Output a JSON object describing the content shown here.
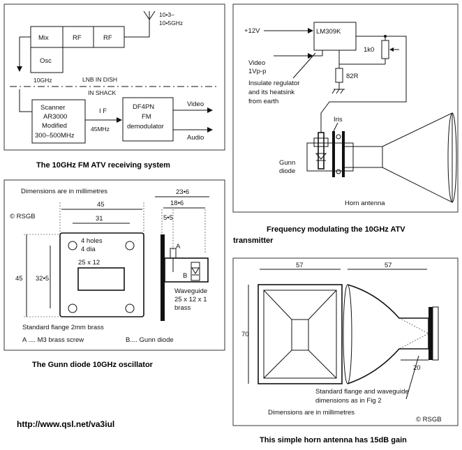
{
  "fig_receiver": {
    "caption": "The 10GHz FM ATV receiving system",
    "mix": "Mix",
    "rf1": "RF",
    "rf2": "RF",
    "osc": "Osc",
    "osc_freq": "10GHz",
    "antenna_freq_1": "10•3–",
    "antenna_freq_2": "10•5GHz",
    "lnb": "LNB IN DISH",
    "shack": "IN SHACK",
    "scanner": [
      "Scanner",
      "AR3000",
      "Modified",
      "300–500MHz"
    ],
    "if_label": "I F",
    "if_freq": "45MHz",
    "demod": [
      "DF4PN",
      "FM",
      "demodulator"
    ],
    "out_video": "Video",
    "out_audio": "Audio"
  },
  "fig_transmitter": {
    "caption_1": "Frequency modulating the 10GHz ATV",
    "caption_2": "transmitter",
    "supply": "+12V",
    "regulator": "LM309K",
    "pot": "1k0",
    "resistor": "82R",
    "video": "Video",
    "video_level": "1Vp-p",
    "note": [
      "Insulate regulator",
      "and its heatsink",
      "from earth"
    ],
    "iris": "Iris",
    "gunn": [
      "Gunn",
      "diode"
    ],
    "horn": "Horn antenna"
  },
  "fig_oscillator": {
    "caption": "The Gunn diode 10GHz oscillator",
    "dims_note": "Dimensions are in millimetres",
    "copyright": "© RSGB",
    "d45": "45",
    "d31": "31",
    "d45v": "45",
    "d325": "32•5",
    "holes_1": "4 holes",
    "holes_2": "4 dia",
    "slot": "25 x 12",
    "d236": "23•6",
    "d186": "18•6",
    "d55": "5•5",
    "label_a": "A",
    "label_b": "B",
    "waveguide": [
      "Waveguide",
      "25 x 12 x 1",
      "brass"
    ],
    "flange": "Standard flange  2mm brass",
    "legend_a": "A .... M3 brass screw",
    "legend_b": "B.... Gunn diode"
  },
  "fig_horn": {
    "caption": "This simple horn antenna has 15dB gain",
    "d57a": "57",
    "d57b": "57",
    "d70": "70",
    "d20": "20",
    "note_1": "Standard flange and waveguide",
    "note_2": "dimensions as in Fig 2",
    "dims_note": "Dimensions are in millimetres",
    "copyright": "© RSGB"
  },
  "url": "http://www.qsl.net/va3iul"
}
